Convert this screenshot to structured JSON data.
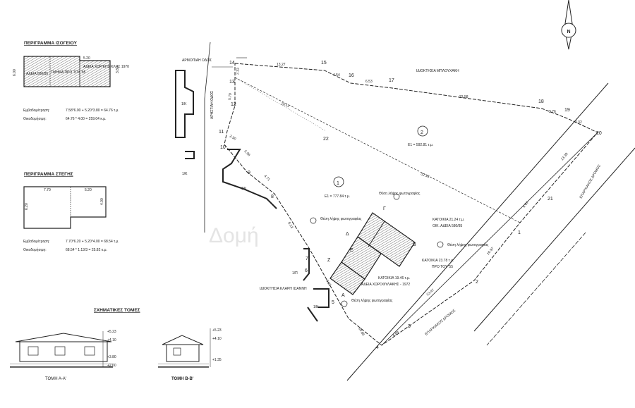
{
  "north_arrow": "N",
  "ground_floor": {
    "title": "ΠΕΡΙΓΡΑΜΜΑ ΙΣΟΓΕΙΟΥ",
    "dim_left": "6.00",
    "dim_right": "3.80",
    "dim_top_left": "5.20",
    "label_a": "ΑΔΕΙΑ 580/85",
    "label_b": "ΤΜΗΜΑ ΠΡΟ ΤΟΥ '55",
    "label_c": "ΑΔΕΙΑ ΧΩΡ/ΚΗΣ ΚΛΗΣ 1970",
    "coverage_label": "Εμβαδομέτρηση:",
    "coverage_value": "7.58*6.00 + 5.20*3.80 = 64.76 τ.μ.",
    "building_label": "Οικοδομήσιμη:",
    "building_value": "64.76 * 4.00 = 259.04 κ.μ."
  },
  "roof": {
    "title": "ΠΕΡΙΓΡΑΜΜΑ ΣΤΕΓΗΣ",
    "dim_top_a": "7.70",
    "dim_top_b": "5.20",
    "dim_left": "6.20",
    "dim_right": "4.00",
    "coverage_label": "Εμβαδομέτρηση:",
    "coverage_value": "7.70*6.20 + 5.20*4.00 = 68.54 τ.μ.",
    "building_label": "Οικοδομήσιμη:",
    "building_value": "68.54 * 1.13/3 = 25.82 κ.μ."
  },
  "sections": {
    "title": "ΣΧΗΜΑΤΙΚΕΣ ΤΟΜΕΣ",
    "section_a": "ΤΟΜΗ Α-Α'",
    "section_b": "ΤΟΜΗ Β-Β'",
    "levels_a": [
      "+5.23",
      "+4.10",
      "+3.80",
      "+2.60"
    ],
    "levels_b": [
      "+5.23",
      "+4.10",
      "+1.35"
    ]
  },
  "site": {
    "road_top": "ΑΡΜΟΠΙΑΗ ΟΔΟΣ",
    "road_left": "ΑΡΗΣΤΙΑΗ ΟΔΟΣ",
    "road_bottom": "ΕΠΑΡΧΙΑΚΟΣ ΔΡΟΜΟΣ",
    "road_right": "ΕΠΑΡΧΙΑΚΟΣ ΔΡΟΜΟΣ",
    "owner_top": "ΙΔΙΟΚΤΗΣΙΑ ΜΠΛΟΥΧΑΚΗ",
    "owner_bottom": "ΙΔΙΟΚΤΗΣΙΑ ΚΛΑΡΗ ΙΩΑΝΝΗ",
    "parcel_1": "1",
    "parcel_1_area": "Ε1 = 777.84 τ.μ.",
    "parcel_2": "2",
    "parcel_2_area": "Ε1 = 592.81 τ.μ.",
    "house_1": "ΚΑΤΟΙΚΙΑ 21.24 τ.μ.",
    "house_1_b": "ΟΙΚ. ΑΔΕΙΑ 580/85",
    "house_2": "ΚΑΤΟΙΚΙΑ 23.78 τ.μ.",
    "house_2_b": "ΠΡΟ ΤΟΥ '55",
    "house_3": "ΚΑΤΟΙΚΙΑ 19.46 τ.μ.",
    "house_3_b": "ΑΔΕΙΑ ΧΩΡΟΦΥΛΑΚΗΣ - 1972",
    "photo_label": "Θέση λήψης φωτογραφίας",
    "building_1k": "1/Κ",
    "building_1p": "1/Π",
    "letters": [
      "Α",
      "Β",
      "Γ",
      "Δ",
      "Ε",
      "Ζ"
    ],
    "vertices": [
      "1",
      "2",
      "3",
      "4",
      "5",
      "6",
      "7",
      "8",
      "9",
      "10",
      "11",
      "12",
      "13",
      "14",
      "15",
      "16",
      "17",
      "18",
      "19",
      "20",
      "21",
      "22"
    ],
    "distances": [
      "13.27",
      "4.54",
      "6.53",
      "23.58",
      "3.76",
      "4.32",
      "13.39",
      "6.67",
      "16.97",
      "13.47",
      "10.66",
      "4.89",
      "16.11",
      "32.18",
      "5.79",
      "2.33",
      "5.06",
      "4.71",
      "8.13",
      "6.15",
      "2.30"
    ]
  },
  "watermark": "Δομή"
}
